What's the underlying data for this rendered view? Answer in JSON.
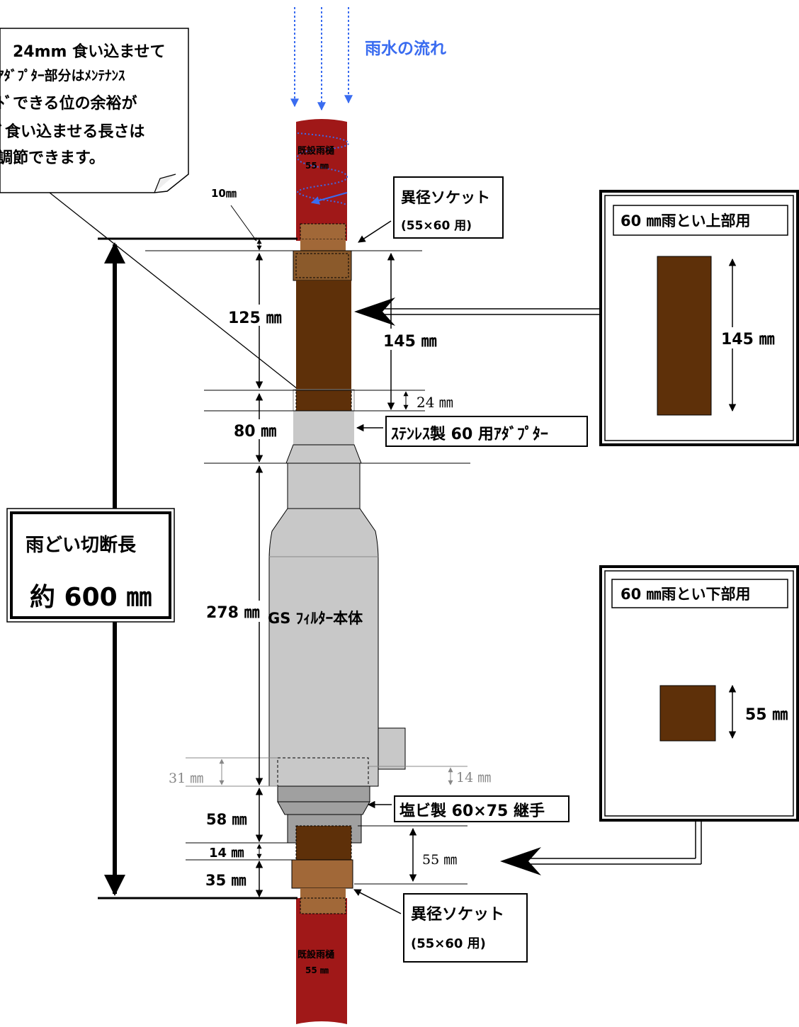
{
  "colors": {
    "pipe_red": "#a01818",
    "gutter_brown": "#5e3009",
    "socket_tan": "#a16838",
    "socket_tan_dark": "#8b5a2b",
    "filter_gray": "#c8c8c8",
    "joint_gray": "#a0a0a0",
    "flow_blue": "#3a6cf0",
    "dim_gray": "#888888"
  },
  "icons": {
    "flow_arrow": "dotted-down-arrow",
    "dimension_arrow": "double-headed-arrow",
    "pointer_arrow": "filled-arrowhead"
  },
  "flow": {
    "label": "雨水の流れ"
  },
  "note": {
    "line1": "24mm 食い込ませて",
    "line2": "ｱﾀﾞﾌﾟﾀｰ部分はﾒﾝﾃﾅﾝｽ",
    "line3": "ﾄﾞできる位の余裕が",
    "line4": "ﾞ食い込ませる長さは",
    "line5": "調節できます。"
  },
  "pipes": {
    "top_label1": "既設雨樋",
    "top_label2": "55 ㎜",
    "bottom_label1": "既設雨樋",
    "bottom_label2": "55 ㎜"
  },
  "labels": {
    "socket_top_line1": "異径ソケット",
    "socket_top_line2": "(55×60 用)",
    "adapter": "ｽﾃﾝﾚｽ製  60 用ｱﾀﾞﾌﾟﾀｰ",
    "filter_body": "GS ﾌｨﾙﾀｰ本体",
    "joint": "塩ビ製 60×75 継手",
    "socket_bottom_line1": "異径ソケット",
    "socket_bottom_line2": "(55×60 用)"
  },
  "dims": {
    "d10": "10㎜",
    "d125": "125 ㎜",
    "d145": "145 ㎜",
    "d24": "24 ㎜",
    "d80": "80 ㎜",
    "d278": "278 ㎜",
    "d31": "31 ㎜",
    "d14a": "14 ㎜",
    "d58": "58 ㎜",
    "d14b": "14 ㎜",
    "d35": "35 ㎜",
    "d55": "55 ㎜"
  },
  "cut_length": {
    "line1": "雨どい切断長",
    "line2": "約 600 ㎜"
  },
  "upper_panel": {
    "title": "60 ㎜雨とい上部用",
    "dim": "145 ㎜"
  },
  "lower_panel": {
    "title": "60 ㎜雨とい下部用",
    "dim": "55 ㎜"
  }
}
